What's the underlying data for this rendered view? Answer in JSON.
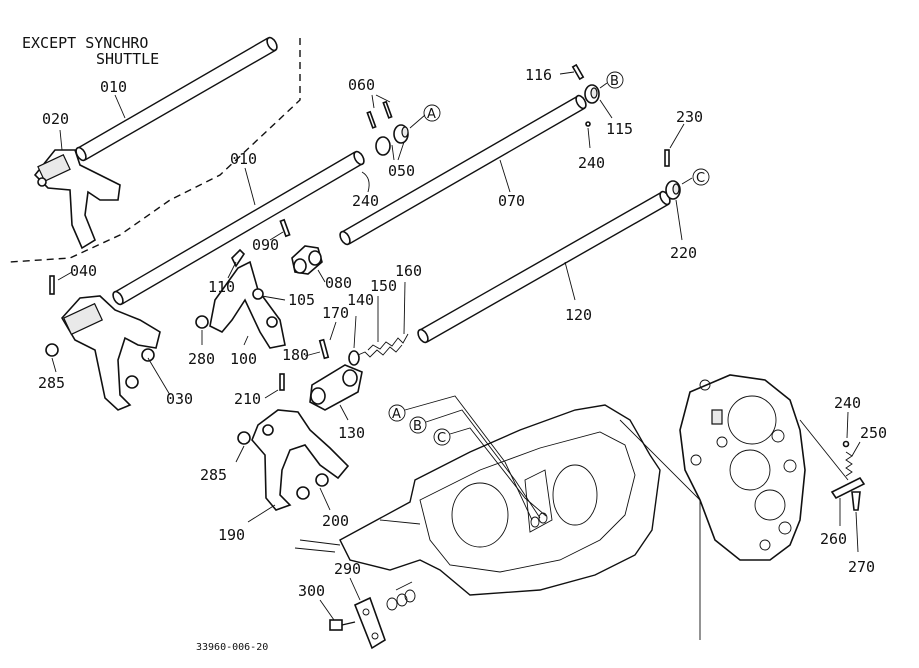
{
  "header": {
    "line1": "EXCEPT SYNCHRO",
    "line2": "SHUTTLE"
  },
  "drawing_number": "33960-006-20",
  "labels": {
    "l010a": "010",
    "l020": "020",
    "l010b": "010",
    "l040": "040",
    "l060": "060",
    "l050": "050",
    "l240a": "240",
    "l090": "090",
    "l080": "080",
    "l110": "110",
    "l105": "105",
    "l116": "116",
    "l115": "115",
    "l240b": "240",
    "l070": "070",
    "l230": "230",
    "l220": "220",
    "l160": "160",
    "l150": "150",
    "l140": "140",
    "l170": "170",
    "l120": "120",
    "l280": "280",
    "l100": "100",
    "l180": "180",
    "l285a": "285",
    "l030": "030",
    "l210": "210",
    "l130": "130",
    "l285b": "285",
    "l190": "190",
    "l200": "200",
    "l240c": "240",
    "l250": "250",
    "l260": "260",
    "l270": "270",
    "l290": "290",
    "l300": "300"
  },
  "callouts": {
    "a1": "A",
    "b1": "B",
    "c1": "C",
    "a2": "A",
    "b2": "B",
    "c2": "C"
  }
}
